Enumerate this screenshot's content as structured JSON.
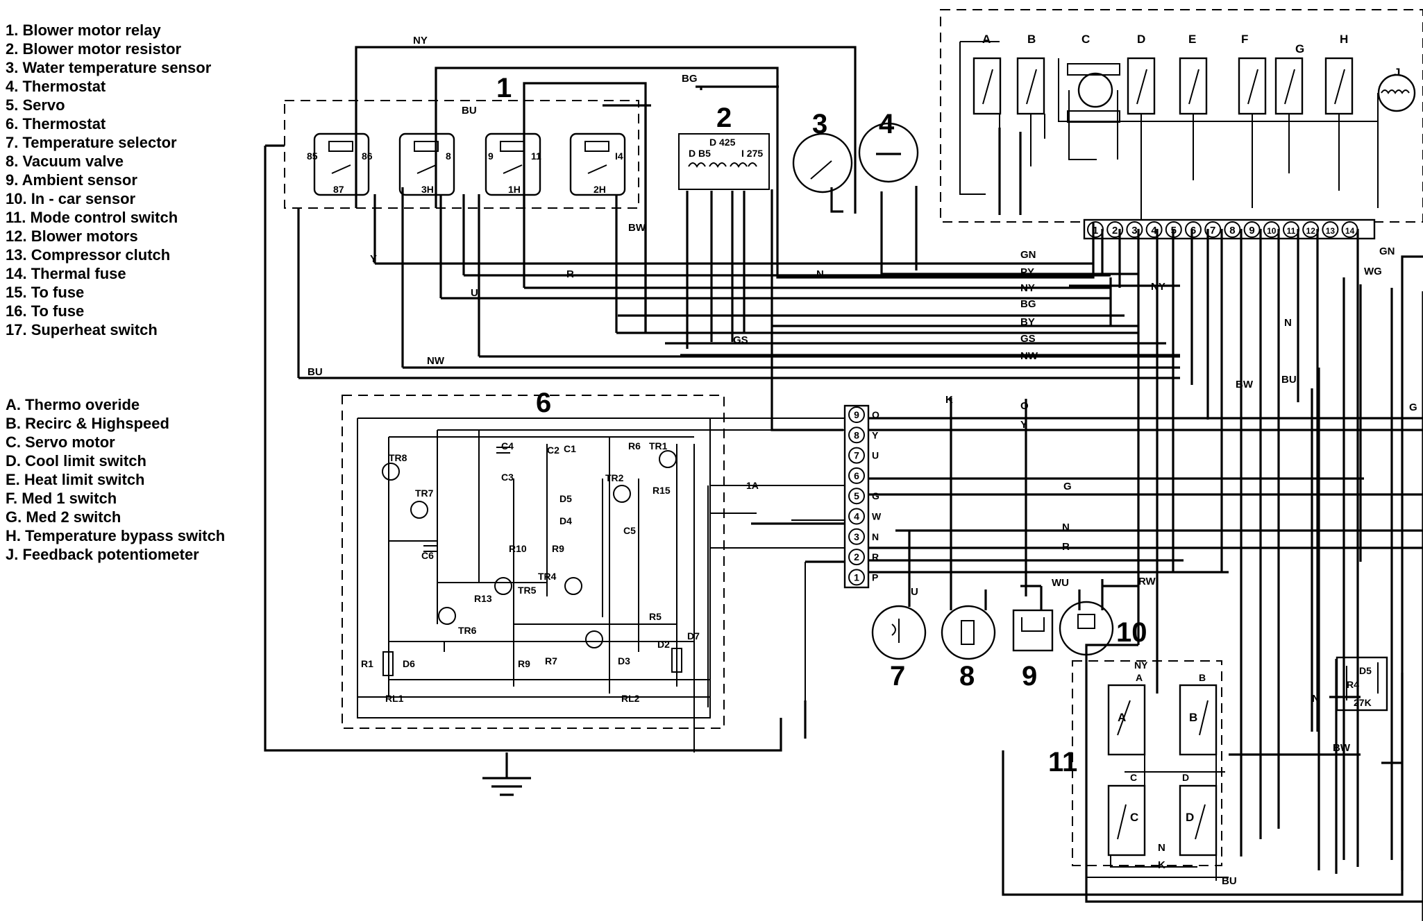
{
  "legend_numbers": [
    "1. Blower motor relay",
    "2. Blower motor resistor",
    "3. Water temperature sensor",
    "4. Thermostat",
    "5. Servo",
    "6. Thermostat",
    "7. Temperature selector",
    "8. Vacuum valve",
    "9. Ambient sensor",
    "10. In - car sensor",
    "11. Mode control switch",
    "12. Blower motors",
    "13. Compressor clutch",
    "14. Thermal fuse",
    "15. To fuse",
    "16. To fuse",
    "17. Superheat switch"
  ],
  "legend_letters": [
    "A. Thermo overide",
    "B. Recirc & Highspeed",
    "C. Servo motor",
    "D. Cool limit switch",
    "E. Heat limit switch",
    "F. Med 1 switch",
    "G. Med 2 switch",
    "H. Temperature bypass switch",
    "J. Feedback potentiometer"
  ],
  "component_numbers": {
    "c1": "1",
    "c2": "2",
    "c3": "3",
    "c4": "4",
    "c6": "6",
    "c7": "7",
    "c8": "8",
    "c9": "9",
    "c10": "10",
    "c11": "11"
  },
  "servo_switch_letters": [
    "A",
    "B",
    "C",
    "D",
    "E",
    "F",
    "G",
    "H",
    "J"
  ],
  "terminal_numbers": [
    "1",
    "2",
    "3",
    "4",
    "5",
    "6",
    "7",
    "8",
    "9",
    "10",
    "11",
    "12",
    "13",
    "14"
  ],
  "relay_labels": {
    "r1a": "85",
    "r1b": "86",
    "r1c": "87",
    "r2a": "8",
    "r2b": "3H",
    "r3a": "9",
    "r3b": "11",
    "r3c": "1H",
    "r4a": "I4",
    "r4b": "2H"
  },
  "resistor_labels": {
    "part": "D 425",
    "taps": "D B5",
    "tap2": "I 275"
  },
  "wire_colors_bus": [
    "GN",
    "PY",
    "NY",
    "BG",
    "BY",
    "GS",
    "NW"
  ],
  "wire_colors_board": [
    "O",
    "Y",
    "G",
    "N",
    "R"
  ],
  "wire_colors_misc": {
    "ny_top": "NY",
    "bg_top": "BG",
    "bu_top": "BU",
    "bw_relay": "BW",
    "y_relay": "Y",
    "r_relay": "R",
    "u_relay": "U",
    "gs_relay": "GS",
    "bu_bottom": "BU",
    "nw_bottom": "NW",
    "n_servo": "N",
    "ny_side": "NY",
    "k_wire": "K",
    "gn_right": "GN",
    "wg_right": "WG",
    "n_right": "N",
    "bw_right": "BW",
    "bu_right": "BU",
    "g_right": "G",
    "u_7": "U",
    "wu_9": "WU",
    "rw_10": "RW",
    "n_11": "N",
    "bw_11": "BW",
    "n_sw": "N",
    "k_sw": "K",
    "bu_sw": "BU"
  },
  "connector_pins": [
    {
      "num": "9",
      "col": "O"
    },
    {
      "num": "8",
      "col": "Y"
    },
    {
      "num": "7",
      "col": "U"
    },
    {
      "num": "6",
      "col": ""
    },
    {
      "num": "5",
      "col": "G"
    },
    {
      "num": "4",
      "col": "W"
    },
    {
      "num": "3",
      "col": "N"
    },
    {
      "num": "2",
      "col": "R"
    },
    {
      "num": "1",
      "col": "P"
    }
  ],
  "board_labels": [
    "TR8",
    "TR7",
    "C6",
    "C4",
    "C3",
    "C2",
    "C1",
    "D5",
    "D4",
    "R6",
    "TR1",
    "TR2",
    "R15",
    "C5",
    "R10",
    "R9",
    "TR4",
    "TR5",
    "R13",
    "TR6",
    "R5",
    "R1",
    "D6",
    "R9",
    "R7",
    "D3",
    "D2",
    "D7",
    "RL1",
    "RL2",
    "1A"
  ],
  "mode_switch_letters": [
    "A",
    "B",
    "C",
    "D",
    "NY",
    "A",
    "B",
    "C",
    "D"
  ],
  "superheat_labels": [
    "D5",
    "R4",
    "27K"
  ]
}
